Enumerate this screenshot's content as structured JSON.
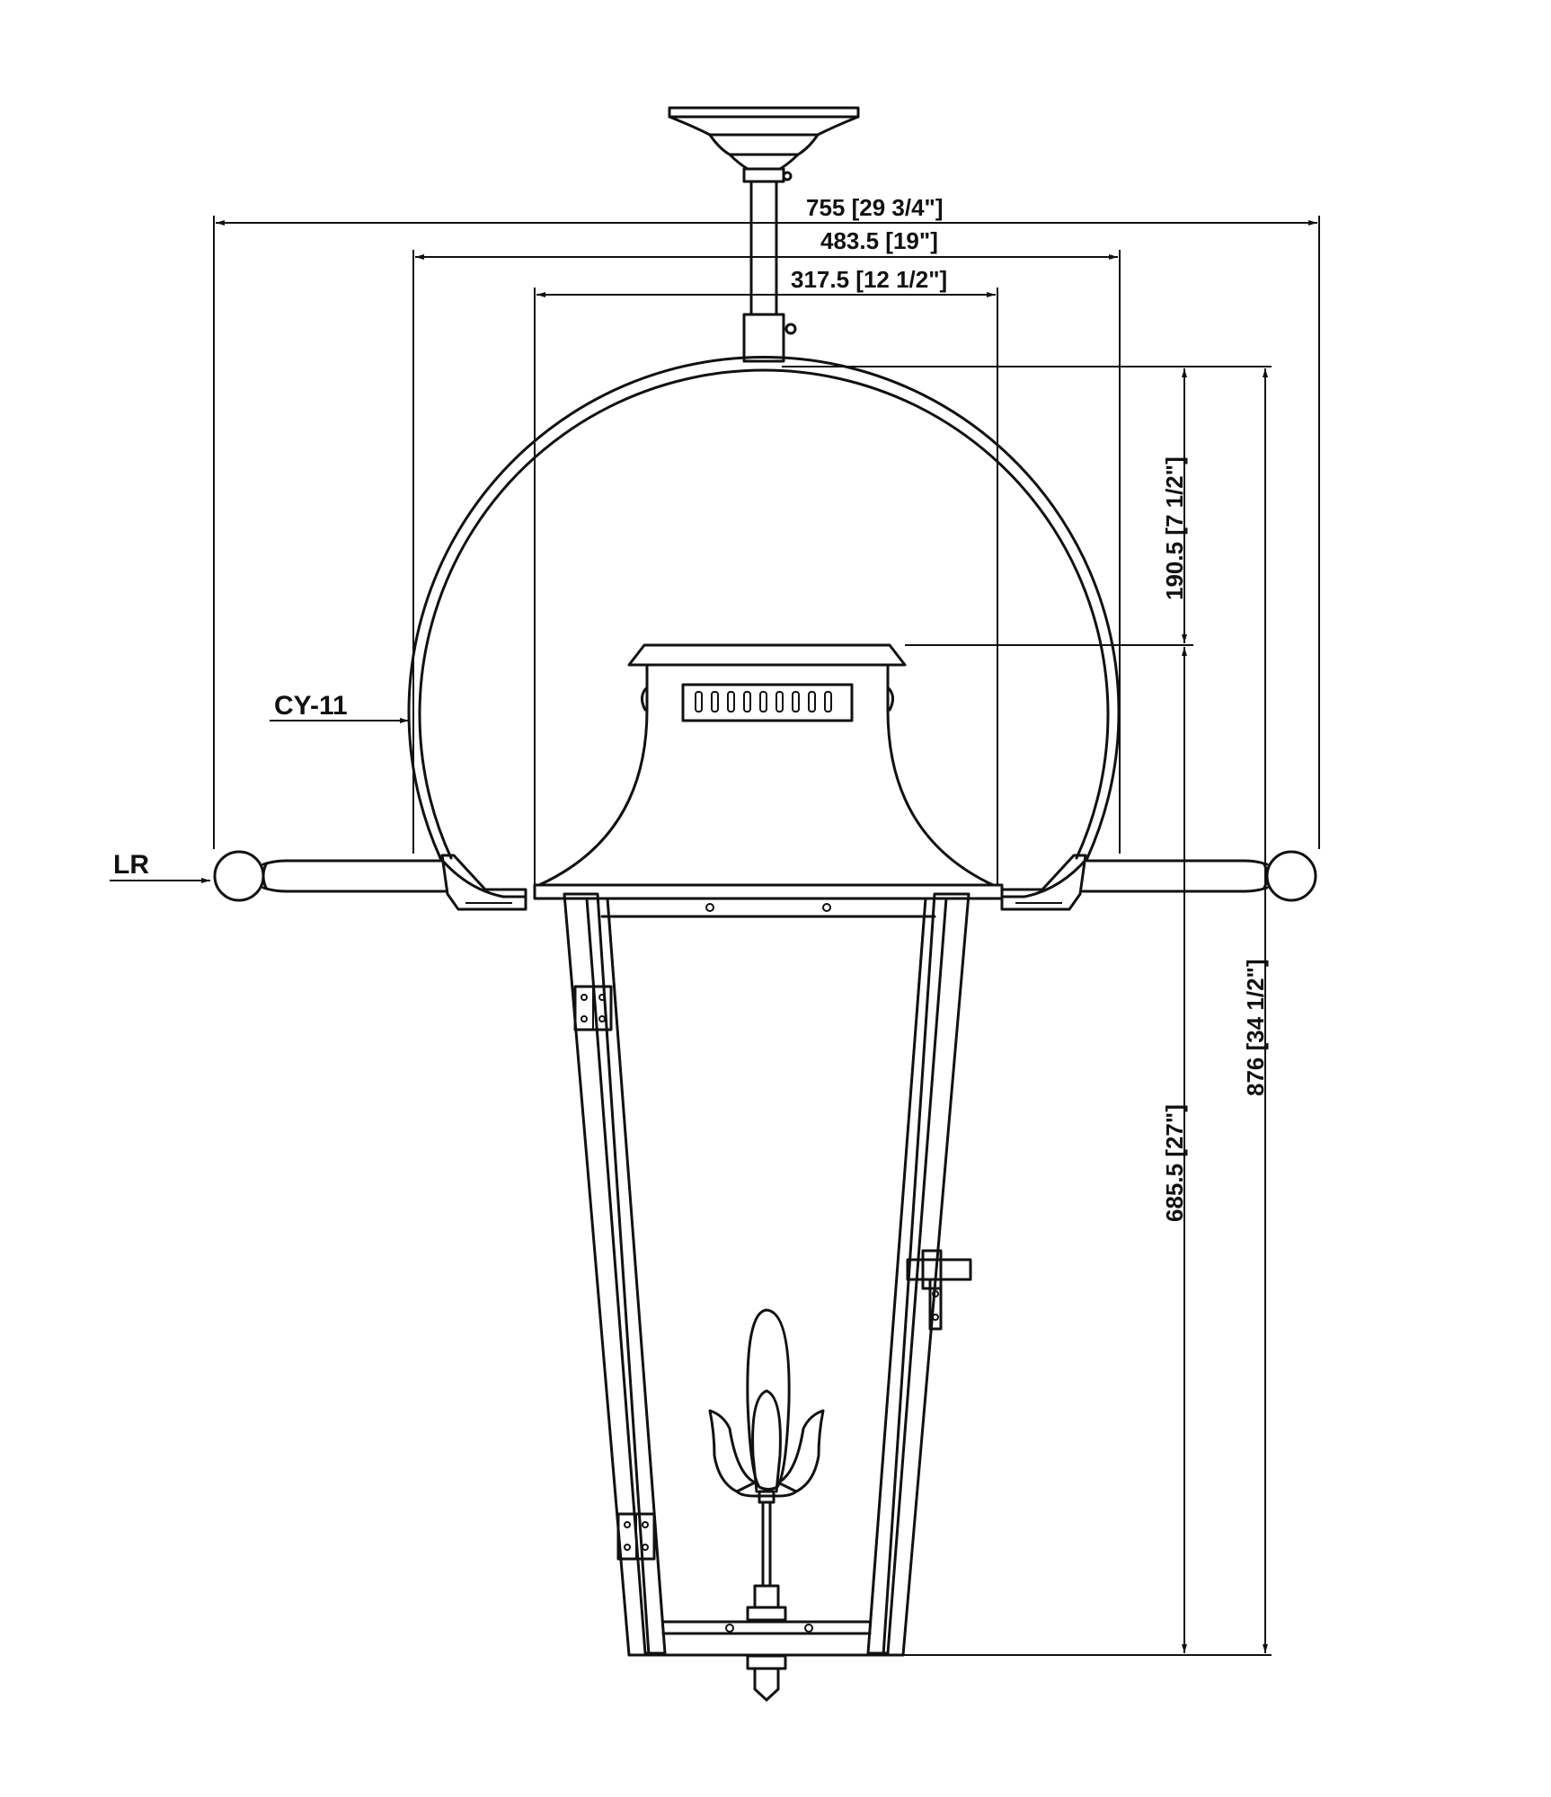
{
  "dimensions": {
    "overall_width": "755 [29 3/4\"]",
    "mid_width": "483.5 [19\"]",
    "inner_width": "317.5 [12 1/2\"]",
    "dome_height": "190.5 [7 1/2\"]",
    "body_height": "685.5 [27\"]",
    "total_height": "876 [34 1/2\"]"
  },
  "tags": {
    "shade": "CY-11",
    "arm": "LR"
  },
  "line_color": "#111111"
}
